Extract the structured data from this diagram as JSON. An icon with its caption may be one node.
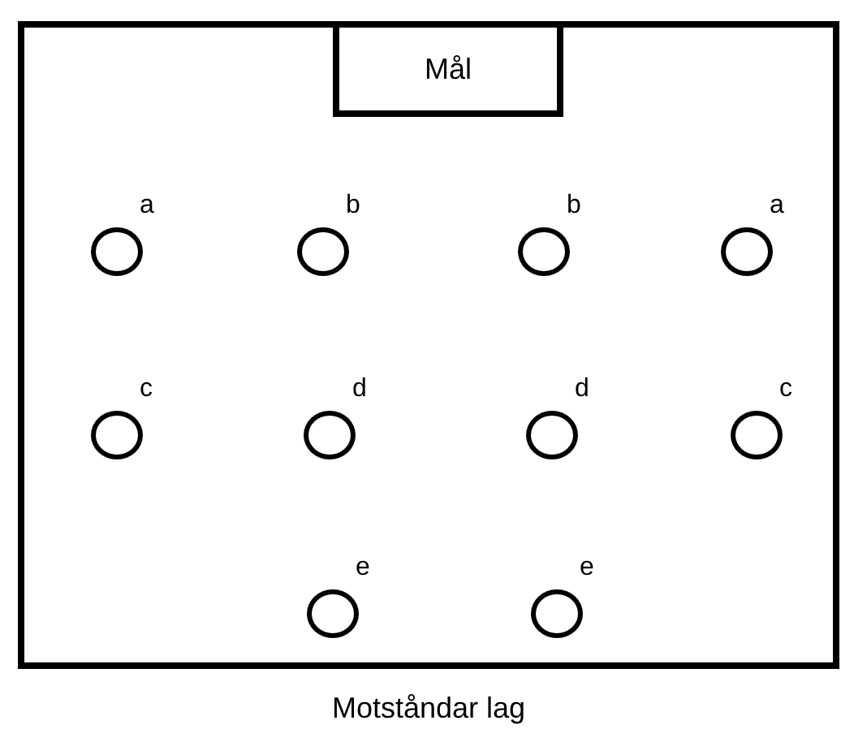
{
  "diagram": {
    "nodes": [
      {
        "text": [],
        "shape": "box"
      },
      {
        "text": [
          "Mål"
        ],
        "in": 0
      },
      {
        "text": [],
        "shape": "circle",
        "beside": [
          "a"
        ],
        "in": 0
      },
      {
        "text": [],
        "shape": "circle",
        "beside": [
          "b"
        ],
        "in": 0
      },
      {
        "text": [],
        "shape": "circle",
        "beside": [
          "b"
        ],
        "in": 0
      },
      {
        "text": [],
        "shape": "circle",
        "beside": [
          "a"
        ],
        "in": 0
      },
      {
        "text": [],
        "shape": "circle",
        "beside": [
          "c"
        ],
        "in": 0
      },
      {
        "text": [],
        "shape": "circle",
        "beside": [
          "d"
        ],
        "in": 0
      },
      {
        "text": [],
        "shape": "circle",
        "beside": [
          "d"
        ],
        "in": 0
      },
      {
        "text": [],
        "shape": "circle",
        "beside": [
          "c"
        ],
        "in": 0
      },
      {
        "text": [],
        "shape": "circle",
        "beside": [
          "e"
        ],
        "in": 0
      },
      {
        "text": [],
        "shape": "circle",
        "beside": [
          "e"
        ],
        "in": 0
      }
    ],
    "labels": [
      "Motståndar lag"
    ]
  }
}
